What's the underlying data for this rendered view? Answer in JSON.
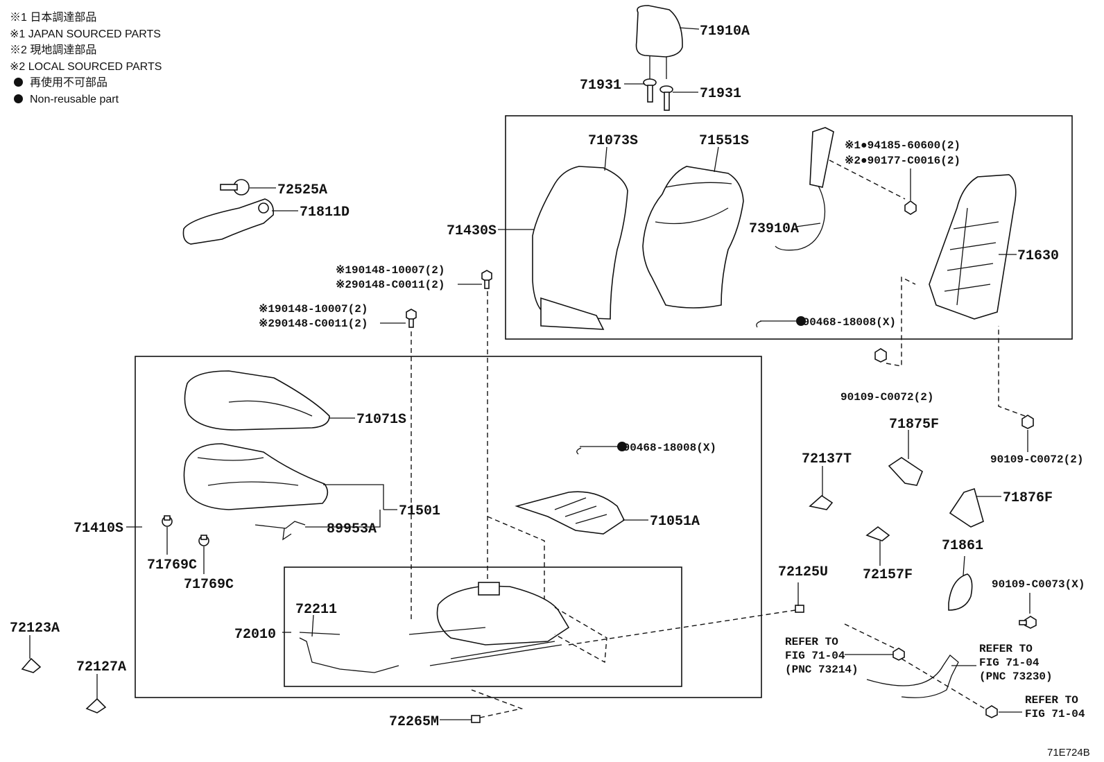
{
  "legend": {
    "l1": "※1 日本調達部品",
    "l2": "※1 JAPAN SOURCED PARTS",
    "l3": "※2 現地調達部品",
    "l4": "※2 LOCAL SOURCED PARTS",
    "l5": "再使用不可部品",
    "l6": "Non-reusable part"
  },
  "parts": {
    "p71910A": "71910A",
    "p71931a": "71931",
    "p71931b": "71931",
    "p71073S": "71073S",
    "p71551S": "71551S",
    "p94185": "※1●94185-60600(2)",
    "p90177": "※2●90177-C0016(2)",
    "p72525A": "72525A",
    "p71811D": "71811D",
    "p71430S": "71430S",
    "p73910A": "73910A",
    "p71630": "71630",
    "p90148a1": "※190148-10007(2)",
    "p90148a2": "※290148-C0011(2)",
    "p90148b1": "※190148-10007(2)",
    "p90148b2": "※290148-C0011(2)",
    "p90468a": "●90468-18008(X)",
    "p90109a": "90109-C0072(2)",
    "p71071S": "71071S",
    "p90468b": "●90468-18008(X)",
    "p71875F": "71875F",
    "p90109b": "90109-C0072(2)",
    "p72137T": "72137T",
    "p71876F": "71876F",
    "p71501": "71501",
    "p71410S": "71410S",
    "p89953A": "89953A",
    "p71051A": "71051A",
    "p71769Ca": "71769C",
    "p71769Cb": "71769C",
    "p71861": "71861",
    "p72125U": "72125U",
    "p72157F": "72157F",
    "p90109c": "90109-C0073(X)",
    "p72211": "72211",
    "p72123A": "72123A",
    "p72010": "72010",
    "p72127A": "72127A",
    "p72265M": "72265M"
  },
  "refs": {
    "r1a": "REFER TO",
    "r1b": "FIG 71-04",
    "r1c": "(PNC 73214)",
    "r2a": "REFER TO",
    "r2b": "FIG 71-04",
    "r2c": "(PNC 73230)",
    "r3a": "REFER TO",
    "r3b": "FIG 71-04"
  },
  "diagram_id": "71E724B"
}
